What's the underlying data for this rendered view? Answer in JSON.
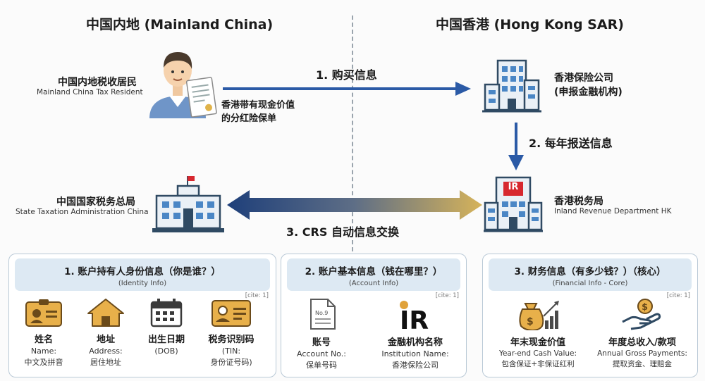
{
  "regions": {
    "left_title": "中国内地 (Mainland China)",
    "right_title": "中国香港 (Hong Kong SAR)"
  },
  "entities": {
    "resident": {
      "name": "中国内地税收居民",
      "sub": "Mainland China Tax Resident"
    },
    "policy": {
      "line1": "香港带有现金价值",
      "line2": "的分红险保单"
    },
    "insurer": {
      "line1": "香港保险公司",
      "line2": "(申报金融机构)"
    },
    "ird": {
      "name": "香港税务局",
      "sub": "Inland Revenue Department HK",
      "logo_text": "IR"
    },
    "sat": {
      "name": "中国国家税务总局",
      "sub": "State Taxation Administration China"
    }
  },
  "arrows": {
    "purchase": "1. 购买信息",
    "annual_report": "2. 每年报送信息",
    "crs_exchange": "3. CRS 自动信息交换"
  },
  "colors": {
    "arrow_blue": "#2b5aa6",
    "crs_left": "#1e3f7a",
    "crs_right": "#d6b35a",
    "header_bg": "#dde9f3",
    "icon_gold": "#d9a441",
    "icon_navy": "#2f4a63"
  },
  "boxes": [
    {
      "title": "1. 账户持有人身份信息（你是谁？）",
      "subtitle": "(Identity Info)",
      "cite": "[cite: 1]",
      "items": [
        {
          "icon": "id-card-icon",
          "title": "姓名",
          "en": "Name:",
          "cn": "中文及拼音"
        },
        {
          "icon": "house-icon",
          "title": "地址",
          "en": "Address:",
          "cn": "居住地址"
        },
        {
          "icon": "calendar-icon",
          "title": "出生日期",
          "en": "(DOB)",
          "cn": ""
        },
        {
          "icon": "tax-id-card-icon",
          "title": "税务识别码",
          "en": "(TIN:",
          "cn": "身份证号码)"
        }
      ]
    },
    {
      "title": "2. 账户基本信息（钱在哪里？）",
      "subtitle": "(Account Info)",
      "cite": "[cite: 1]",
      "items": [
        {
          "icon": "document-icon",
          "title": "账号",
          "en": "Account No.:",
          "cn": "保单号码",
          "icon_text": "No.9"
        },
        {
          "icon": "ir-logo-icon",
          "title": "金融机构名称",
          "en": "Institution Name:",
          "cn": "香港保险公司",
          "icon_text": "IR"
        }
      ]
    },
    {
      "title": "3. 财务信息（有多少钱？）（核心）",
      "subtitle": "(Financial Info - Core)",
      "cite": "[cite: 1]",
      "items": [
        {
          "icon": "money-bag-chart-icon",
          "title": "年末现金价值",
          "en": "Year-end Cash Value:",
          "cn": "包含保证+非保证红利"
        },
        {
          "icon": "hand-coin-icon",
          "title": "年度总收入/款项",
          "en": "Annual Gross Payments:",
          "cn": "提取资金、理赔金"
        }
      ]
    }
  ]
}
